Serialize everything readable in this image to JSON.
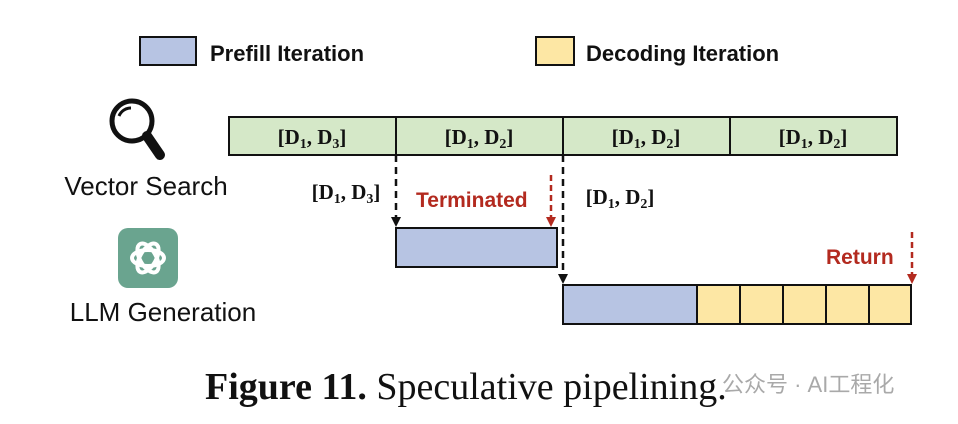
{
  "legend": {
    "prefill_label": "Prefill Iteration",
    "decoding_label": "Decoding Iteration"
  },
  "rows": {
    "vector_search_label": "Vector Search",
    "llm_generation_label": "LLM Generation",
    "vector_search_icon": "magnifier-icon",
    "llm_icon": "openai-logo-icon"
  },
  "search_segments": [
    {
      "d_a": "1",
      "d_b": "3"
    },
    {
      "d_a": "1",
      "d_b": "2"
    },
    {
      "d_a": "1",
      "d_b": "2"
    },
    {
      "d_a": "1",
      "d_b": "2"
    }
  ],
  "arrow_labels": [
    {
      "d_a": "1",
      "d_b": "3"
    },
    {
      "d_a": "1",
      "d_b": "2"
    }
  ],
  "annotations": {
    "terminated": "Terminated",
    "return": "Return"
  },
  "caption": {
    "label": "Figure 11.",
    "text": "Speculative pipelining."
  },
  "watermark": "公众号 · AI工程化",
  "colors": {
    "search_fill": "#d5e8c8",
    "prefill_fill": "#b7c4e3",
    "decoding_fill": "#fde7a4",
    "annotation_red": "#b32a1f",
    "icon_green": "#6aa48f"
  }
}
